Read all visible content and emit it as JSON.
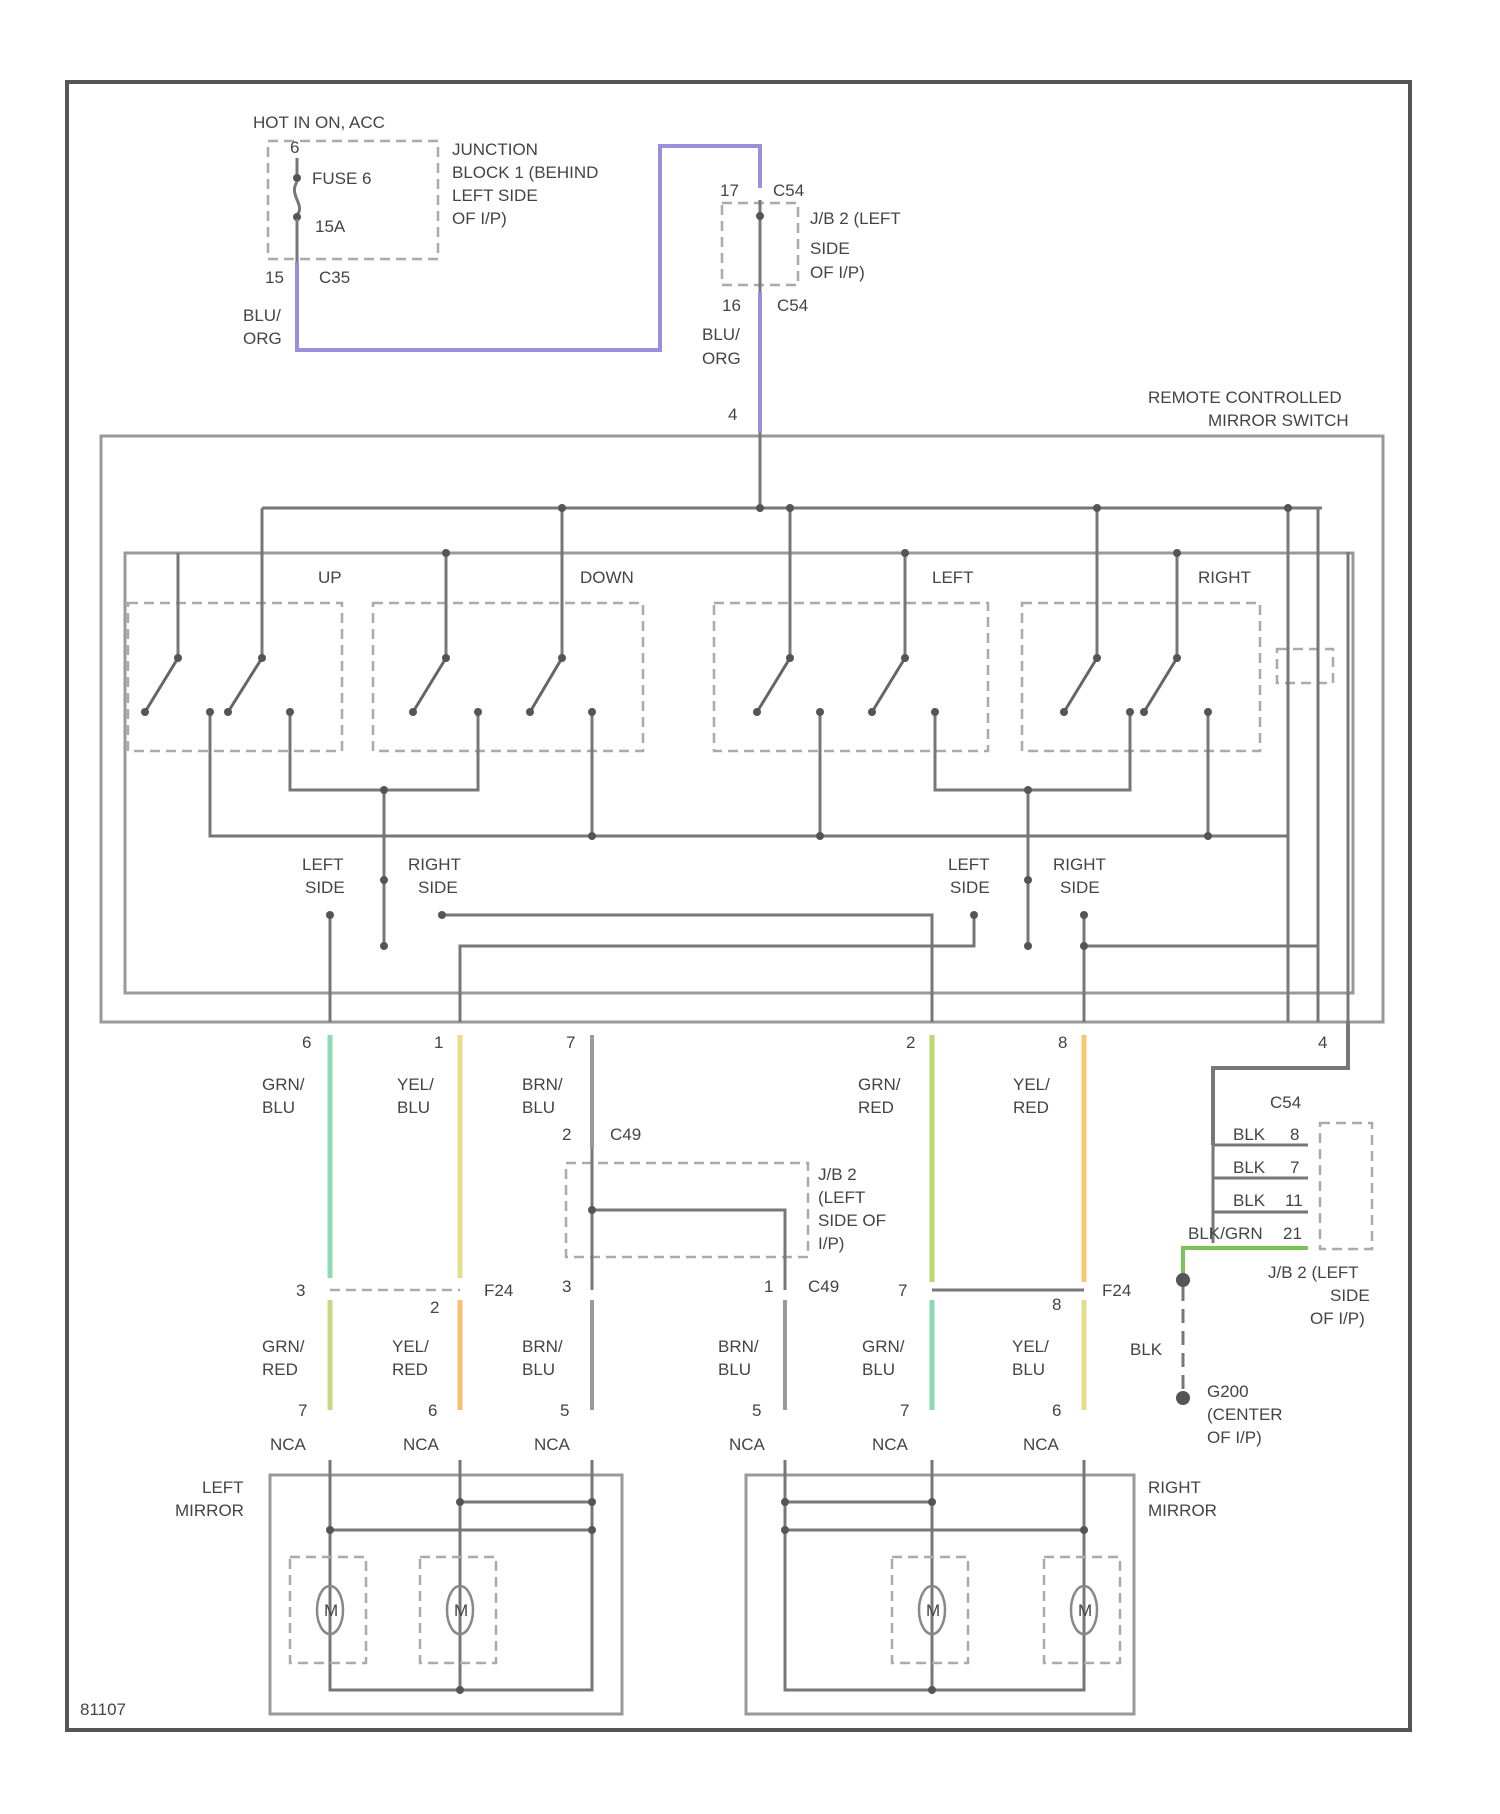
{
  "fuse_block": {
    "hot_label": "HOT IN ON, ACC",
    "fuse_name": "FUSE 6",
    "fuse_rating": "15A",
    "block_desc": [
      "JUNCTION",
      "BLOCK 1 (BEHIND",
      "LEFT SIDE",
      "OF I/P)"
    ],
    "pin_top": "6",
    "pin_out": "15",
    "connector": "C35"
  },
  "jb2_top": {
    "pin_in": "17",
    "pin_out": "16",
    "connector": "C54",
    "desc": [
      "J/B 2 (LEFT",
      "SIDE",
      "OF I/P)"
    ]
  },
  "feed_wires": [
    {
      "color_lines": [
        "BLU/",
        "ORG"
      ],
      "hex": "#9b8fdc"
    },
    {
      "color_lines": [
        "BLU/",
        "ORG"
      ],
      "hex": "#9b8fdc"
    }
  ],
  "switch_assembly": {
    "title_lines": [
      "REMOTE CONTROLLED",
      "MIRROR SWITCH"
    ],
    "input_pin": "4",
    "positions": [
      "UP",
      "DOWN",
      "LEFT",
      "RIGHT"
    ],
    "selector_labels": [
      [
        "LEFT",
        "SIDE"
      ],
      [
        "RIGHT",
        "SIDE"
      ],
      [
        "LEFT",
        "SIDE"
      ],
      [
        "RIGHT",
        "SIDE"
      ]
    ]
  },
  "upper_wires": [
    {
      "pin": "6",
      "color_lines": [
        "GRN/",
        "BLU"
      ],
      "hex": "#8fd8b4"
    },
    {
      "pin": "1",
      "color_lines": [
        "YEL/",
        "BLU"
      ],
      "hex": "#e6dc8a"
    },
    {
      "pin": "7",
      "color_lines": [
        "BRN/",
        "BLU"
      ],
      "hex": "#999999"
    },
    {
      "pin": "2",
      "color_lines": [
        "GRN/",
        "RED"
      ],
      "hex": "#b9d870"
    },
    {
      "pin": "8",
      "color_lines": [
        "YEL/",
        "RED"
      ],
      "hex": "#f5c86e"
    },
    {
      "pin": "4",
      "color_lines": [],
      "hex": "#777777"
    }
  ],
  "jb2_mid": {
    "pin_in": "2",
    "connector": "C49",
    "pin_out_left": "3",
    "pin_out_right": "1",
    "connector_out": "C49",
    "desc": [
      "J/B 2",
      "(LEFT",
      "SIDE OF",
      "I/P)"
    ]
  },
  "ground_block": {
    "connector": "C54",
    "wires": [
      "BLK",
      "BLK",
      "BLK",
      "BLK/GRN"
    ],
    "pins": [
      "8",
      "7",
      "11",
      "21"
    ],
    "desc": [
      "J/B 2 (LEFT",
      "SIDE",
      "OF I/P)"
    ],
    "ground_wire": "BLK",
    "ground_desc": [
      "G200",
      "(CENTER",
      "OF I/P)"
    ]
  },
  "mid_connectors": {
    "left": {
      "pins": [
        "3",
        "2"
      ],
      "connector": "F24"
    },
    "right": {
      "pins": [
        "7",
        "8"
      ],
      "connector": "F24"
    }
  },
  "lower_wires": [
    {
      "pin": "7",
      "color_lines": [
        "GRN/",
        "RED"
      ],
      "hex": "#c8d880"
    },
    {
      "pin": "6",
      "color_lines": [
        "YEL/",
        "RED"
      ],
      "hex": "#f5be70"
    },
    {
      "pin": "5",
      "color_lines": [
        "BRN/",
        "BLU"
      ],
      "hex": "#999999"
    },
    {
      "pin": "5",
      "color_lines": [
        "BRN/",
        "BLU"
      ],
      "hex": "#999999"
    },
    {
      "pin": "7",
      "color_lines": [
        "GRN/",
        "BLU"
      ],
      "hex": "#8fd8b4"
    },
    {
      "pin": "6",
      "color_lines": [
        "YEL/",
        "BLU"
      ],
      "hex": "#e6dc8a"
    }
  ],
  "mirror_connector_label": "NCA",
  "mirrors": [
    {
      "label_lines": [
        "LEFT",
        "MIRROR"
      ],
      "motor_label": "M"
    },
    {
      "label_lines": [
        "RIGHT",
        "MIRROR"
      ],
      "motor_label": "M"
    }
  ],
  "figure_id": "81107"
}
